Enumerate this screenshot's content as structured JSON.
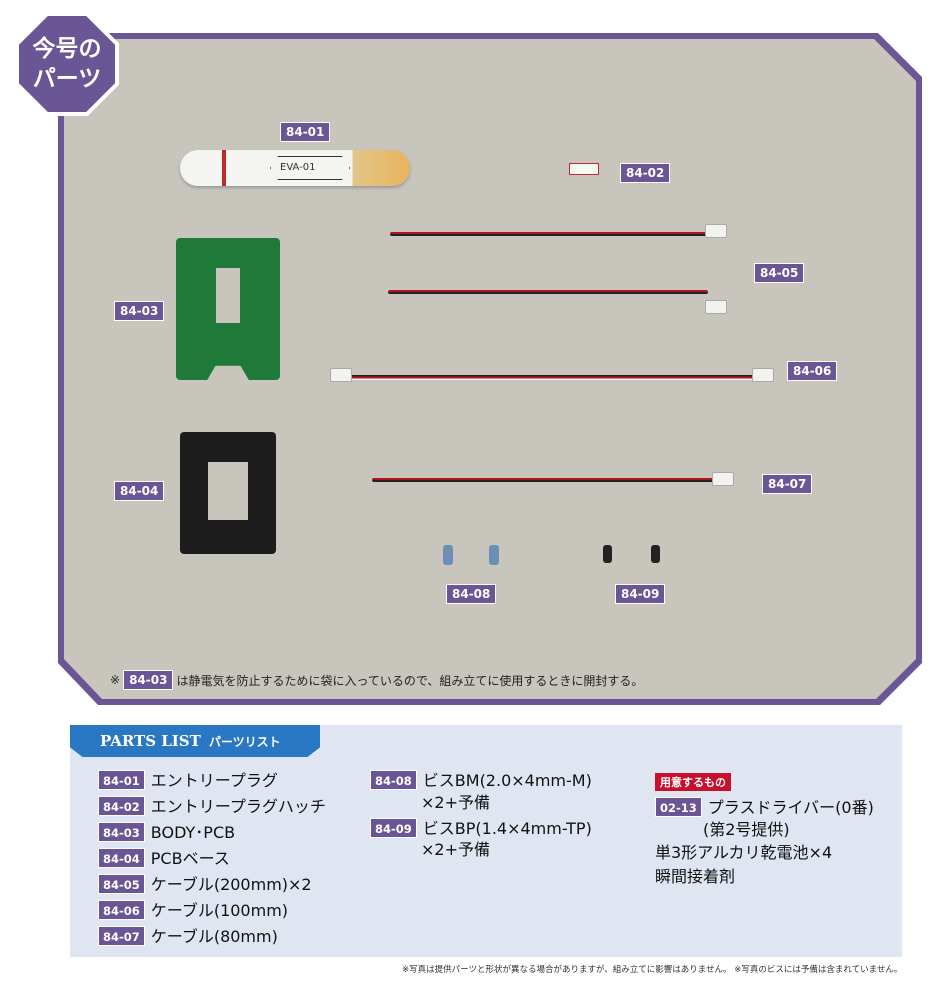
{
  "badge": {
    "line1": "今号の",
    "line2": "パーツ"
  },
  "photo_labels": [
    "84-01",
    "84-02",
    "84-03",
    "84-04",
    "84-05",
    "84-06",
    "84-07",
    "84-08",
    "84-09"
  ],
  "photo_note": {
    "prefix": "※",
    "code": "84-03",
    "text": "は静電気を防止するために袋に入っているので、組み立てに使用するときに開封する。"
  },
  "plug_text": "EVA-01",
  "parts_list": {
    "title": "PARTS LIST",
    "title_jp": "パーツリスト",
    "col1": [
      {
        "code": "84-01",
        "name": "エントリープラグ"
      },
      {
        "code": "84-02",
        "name": "エントリープラグハッチ"
      },
      {
        "code": "84-03",
        "name": "BODY･PCB"
      },
      {
        "code": "84-04",
        "name": "PCBベース"
      },
      {
        "code": "84-05",
        "name": "ケーブル(200mm)×2"
      },
      {
        "code": "84-06",
        "name": "ケーブル(100mm)"
      },
      {
        "code": "84-07",
        "name": "ケーブル(80mm)"
      }
    ],
    "col2": [
      {
        "code": "84-08",
        "name": "ビスBM(2.0×4mm-M)",
        "sub": "×2+予備"
      },
      {
        "code": "84-09",
        "name": "ビスBP(1.4×4mm-TP)",
        "sub": "×2+予備"
      }
    ],
    "prepare_label": "用意するもの",
    "prepare": {
      "code": "02-13",
      "name": "プラスドライバー(0番)",
      "sub": "(第2号提供)",
      "items": [
        "単3形アルカリ乾電池×4",
        "瞬間接着剤"
      ]
    }
  },
  "footer": "※写真は提供パーツと形状が異なる場合がありますが、組み立てに影響はありません。 ※写真のビスには予備は含まれていません。"
}
